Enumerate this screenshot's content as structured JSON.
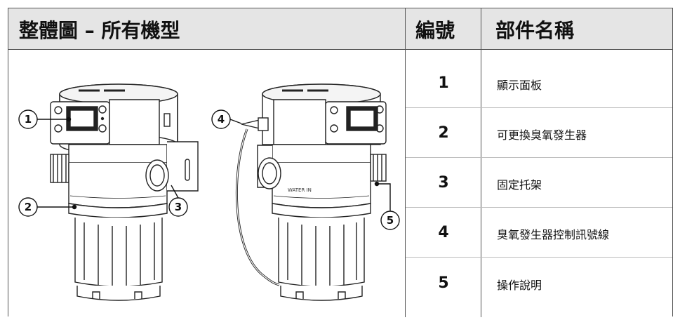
{
  "header": {
    "figure_title": "整體圖 – 所有機型",
    "number_col": "編號",
    "name_col": "部件名稱"
  },
  "parts": [
    {
      "number": "1",
      "name": "顯示面板"
    },
    {
      "number": "2",
      "name": "可更換臭氧發生器"
    },
    {
      "number": "3",
      "name": "固定托架"
    },
    {
      "number": "4",
      "name": "臭氧發生器控制訊號線"
    },
    {
      "number": "5",
      "name": "操作說明"
    }
  ],
  "figure": {
    "callouts": [
      "1",
      "2",
      "3",
      "4",
      "5"
    ],
    "inlet_label": "WATER IN"
  },
  "colors": {
    "header_bg": "#e5e5e5",
    "border": "#555555",
    "row_divider": "#bcbcbc"
  }
}
